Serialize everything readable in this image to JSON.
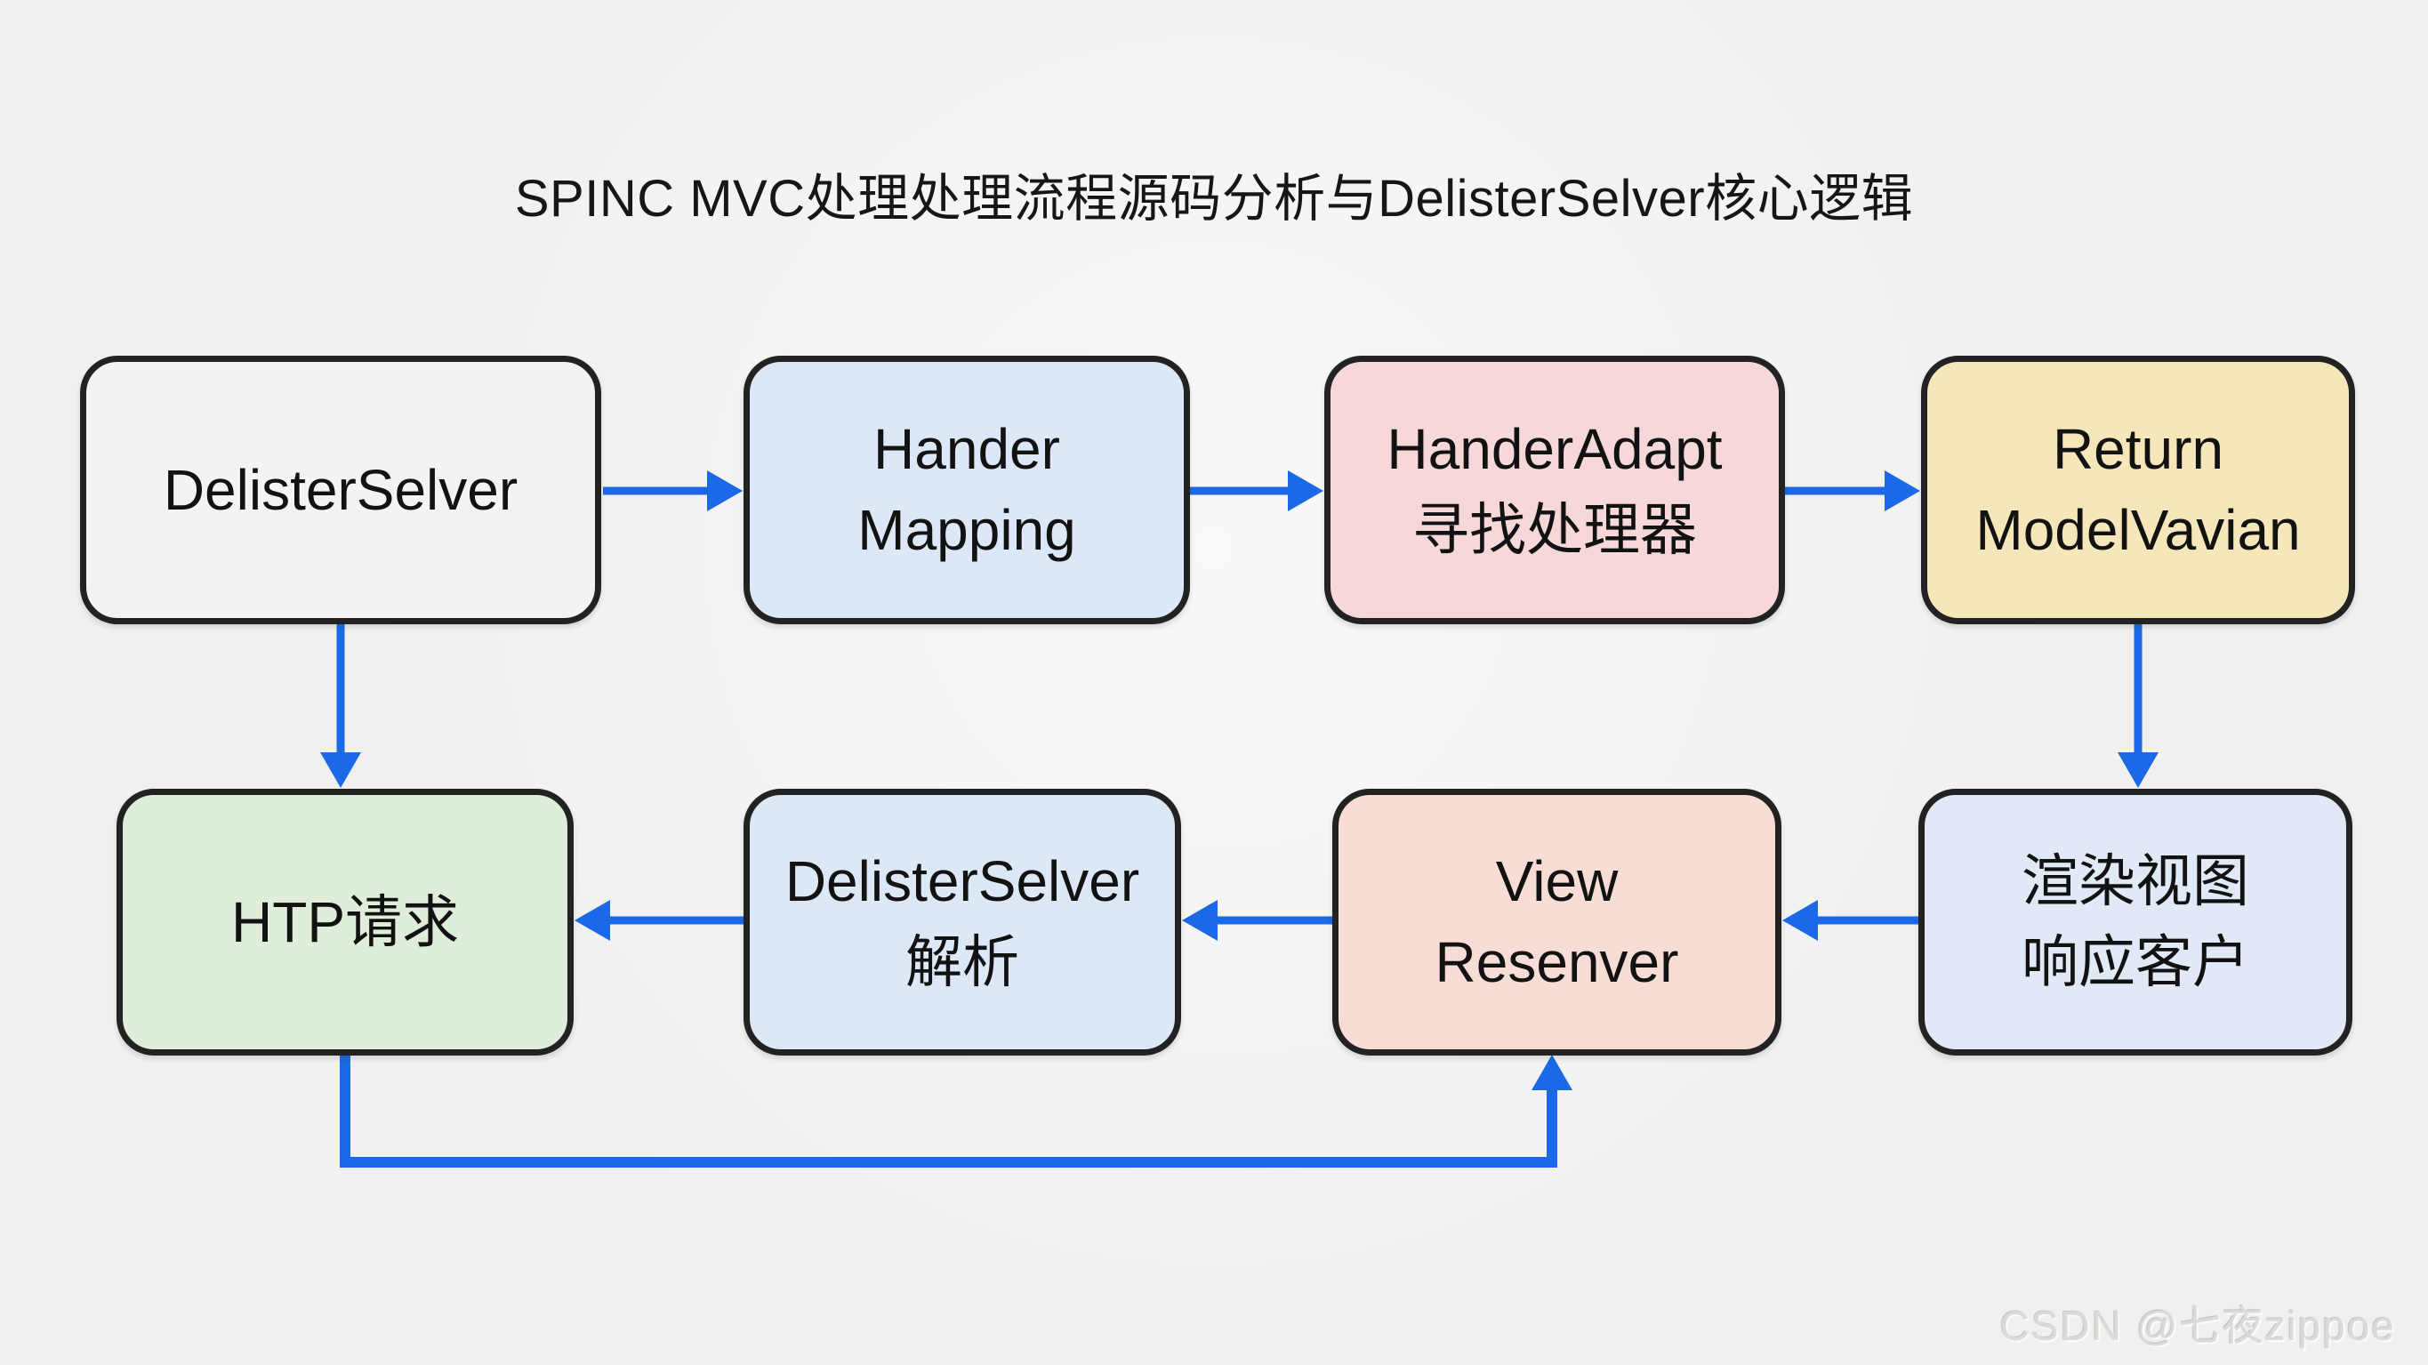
{
  "page": {
    "title": "SPINC MVC处理处理流程源码分析与DelisterSelver核心逻辑",
    "watermark": "CSDN @七夜zippoe"
  },
  "colors": {
    "background": "#f0f1ef",
    "arrow": "#1b69e6",
    "node_border": "#222222",
    "node_text": "#121212",
    "watermark_text": "#dadad8"
  },
  "diagram": {
    "type": "flowchart",
    "nodes": [
      {
        "id": "delister-selver",
        "line1": "DelisterSelver",
        "line2": "",
        "color": "#f3f3f1",
        "row": "top",
        "col": 1
      },
      {
        "id": "hander-mapping",
        "line1": "Hander",
        "line2": "Mapping",
        "color": "#dce8f7",
        "row": "top",
        "col": 2
      },
      {
        "id": "hander-adapt",
        "line1": "HanderAdapt",
        "line2": "寻找处理器",
        "color": "#f7d8d8",
        "row": "top",
        "col": 3
      },
      {
        "id": "return-modelvavian",
        "line1": "Return",
        "line2": "ModelVavian",
        "color": "#f6e7ba",
        "row": "top",
        "col": 4
      },
      {
        "id": "htp-request",
        "line1": "HTP请求",
        "line2": "",
        "color": "#dfeeda",
        "row": "bottom",
        "col": 1
      },
      {
        "id": "delister-selver-parse",
        "line1": "DelisterSelver",
        "line2": "解析",
        "color": "#dde8f6",
        "row": "bottom",
        "col": 2
      },
      {
        "id": "view-resenver",
        "line1": "View",
        "line2": "Resenver",
        "color": "#f8ddd6",
        "row": "bottom",
        "col": 3
      },
      {
        "id": "render-view",
        "line1": "渲染视图",
        "line2": "响应客户",
        "color": "#e0e9f5",
        "row": "bottom",
        "col": 4
      }
    ],
    "edges": [
      {
        "from": "delister-selver",
        "to": "hander-mapping",
        "direction": "right"
      },
      {
        "from": "hander-mapping",
        "to": "hander-adapt",
        "direction": "right"
      },
      {
        "from": "hander-adapt",
        "to": "return-modelvavian",
        "direction": "right"
      },
      {
        "from": "delister-selver",
        "to": "htp-request",
        "direction": "down"
      },
      {
        "from": "return-modelvavian",
        "to": "render-view",
        "direction": "down"
      },
      {
        "from": "render-view",
        "to": "view-resenver",
        "direction": "left"
      },
      {
        "from": "view-resenver",
        "to": "delister-selver-parse",
        "direction": "left"
      },
      {
        "from": "delister-selver-parse",
        "to": "htp-request",
        "direction": "left"
      },
      {
        "from": "htp-request",
        "to": "view-resenver",
        "direction": "down-right-up"
      }
    ]
  }
}
